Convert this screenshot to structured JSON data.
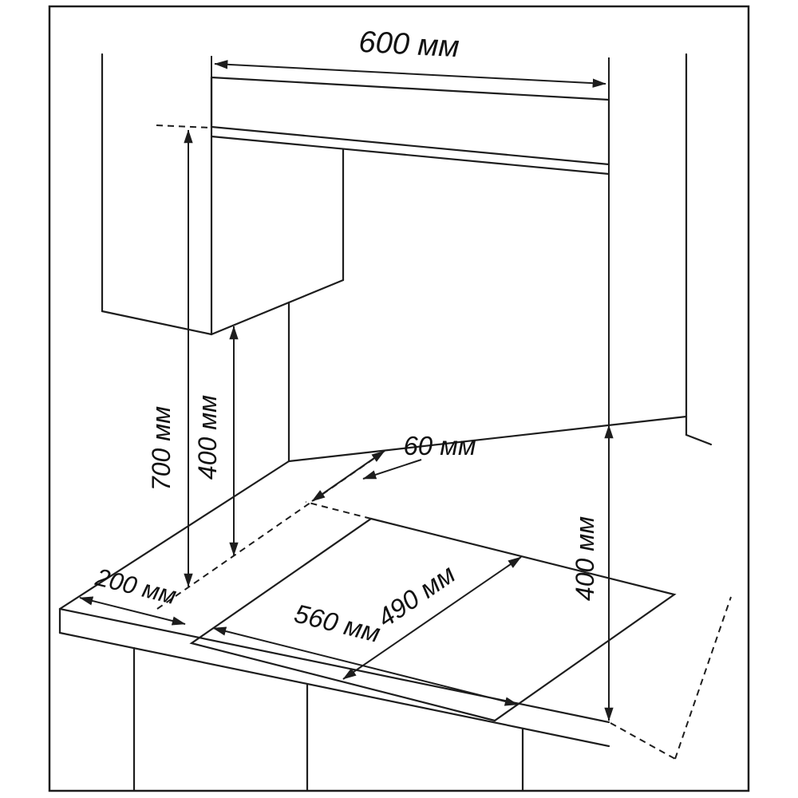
{
  "diagram": {
    "type": "hob-installation-clearance-drawing",
    "unit": "мм",
    "dimensions": {
      "hood_width": "600 мм",
      "hood_to_hob_min": "700 мм",
      "cabinet_to_hob_min": "400 мм",
      "rear_edge_gap": "60 мм",
      "side_clearance": "200 мм",
      "cutout_width": "560 мм",
      "cutout_depth": "490 мм",
      "right_side_clearance": "400 мм"
    },
    "values_mm": {
      "hood_width": 600,
      "hood_to_hob_min": 700,
      "cabinet_to_hob_min": 400,
      "rear_edge_gap": 60,
      "side_clearance": 200,
      "cutout_width": 560,
      "cutout_depth": 490,
      "right_side_clearance": 400
    },
    "colors": {
      "line": "#1d1d1d",
      "hood_fill": "#a3a3a3",
      "background": "#ffffff"
    }
  }
}
